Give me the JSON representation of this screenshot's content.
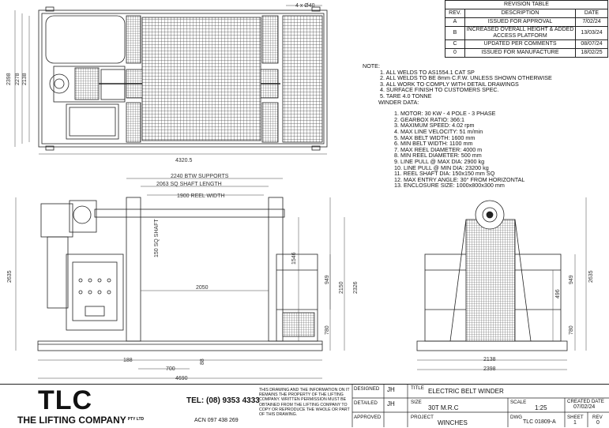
{
  "revision_table": {
    "title": "REVISION TABLE",
    "headers": [
      "REV.",
      "DESCRIPTION",
      "DATE"
    ],
    "rows": [
      {
        "rev": "A",
        "description": "ISSUED FOR APPROVAL",
        "date": "7/02/24"
      },
      {
        "rev": "B",
        "description": "INCREASED OVERALL HEIGHT & ADDED ACCESS PLATFORM",
        "date": "13/03/24"
      },
      {
        "rev": "C",
        "description": "UPDATED PER COMMENTS",
        "date": "08/07/24"
      },
      {
        "rev": "0",
        "description": "ISSUED FOR MANUFACTURE",
        "date": "18/02/25"
      }
    ]
  },
  "notes": {
    "heading": "NOTE:",
    "items": [
      "1. ALL WELDS TO AS1554.1 CAT SP",
      "2. ALL WELDS TO BE 8mm C.F.W. UNLESS SHOWN OTHERWISE",
      "3. ALL WORK TO COMPLY WITH DETAIL DRAWINGS",
      "4. SURFACE FINISH TO CUSTOMERS SPEC.",
      "5. TARE 4.0 TONNE"
    ],
    "winder_heading": "WINDER DATA:",
    "winder_items": [
      "1.  MOTOR: 30 KW - 4 POLE - 3 PHASE",
      "2.  GEARBOX RATIO: 366:1",
      "3.  MAXIMUM SPEED: 4.02 rpm",
      "4.  MAX LINE VELOCITY: 51 m/min",
      "5.  MAX BELT WIDTH: 1600 mm",
      "6.  MIN BELT WIDTH: 1100 mm",
      "7.  MAX REEL DIAMETER: 4000 m",
      "8.  MIN REEL DIAMETER: 500 mm",
      "9.  LINE PULL @ MAX DIA: 2900 kg",
      "10. LINE PULL @ MIN DIA: 23200 kg",
      "11. REEL SHAFT DIA: 150x150 mm SQ",
      "12. MAX ENTRY ANGLE: 30° FROM HORIZONTAL",
      "13. ENCLOSURE SIZE: 1000x800x300 mm"
    ]
  },
  "dimensions": {
    "holes": "4 x Ø40",
    "plan_height_outer": "2398",
    "plan_height_inner": "2278",
    "plan_height_inner2": "2138",
    "plan_length": "4320.5",
    "btw_supports": "2240 BTW SUPPORTS",
    "shaft_length": "2063 SQ SHAFT LENGTH",
    "reel_width": "1900 REEL WIDTH",
    "shaft_size": "150 SQ SHAFT",
    "front_height": "2635",
    "front_1546": "1546",
    "front_2150": "2150",
    "front_2326": "2326",
    "front_949": "949",
    "front_780": "780",
    "front_2050": "2050",
    "front_188": "188",
    "front_88": "88",
    "front_700": "700",
    "front_4690": "4690",
    "side_949": "949",
    "side_2635": "2635",
    "side_496": "496",
    "side_780": "780",
    "side_2138": "2138",
    "side_2398": "2398"
  },
  "title_block": {
    "logo": "TLC",
    "company": "THE LIFTING COMPANY",
    "pty": "PTY LTD",
    "tel": "TEL: (08) 9353 4333",
    "acn": "ACN 097 438 269",
    "disclaimer": "THIS DRAWING AND THE INFORMATION ON IT REMAINS THE PROPERTY OF THE LIFTING COMPANY. WRITTEN PERMISSION MUST BE OBTAINED FROM THE LIFTING COMPANY TO COPY OR REPRODUCE THE WHOLE OR PART OF THIS DRAWING.",
    "designed_label": "DESIGNED",
    "designed": "JH",
    "detailed_label": "DETAILED",
    "detailed": "JH",
    "approved_label": "APPROVED",
    "title_label": "TITLE",
    "title": "ELECTRIC BELT WINDER",
    "size_label": "SIZE",
    "size": "30T M.R.C",
    "scale_label": "SCALE",
    "scale": "1:25",
    "created_label": "CREATED DATE",
    "created": "07/02/24",
    "project_label": "PROJECT",
    "project": "WINCHES",
    "dwg_label": "DWG",
    "dwg": "TLC 01809-A",
    "sheet_label": "SHEET",
    "sheet": "1",
    "rev_label": "REV",
    "rev": "0"
  }
}
